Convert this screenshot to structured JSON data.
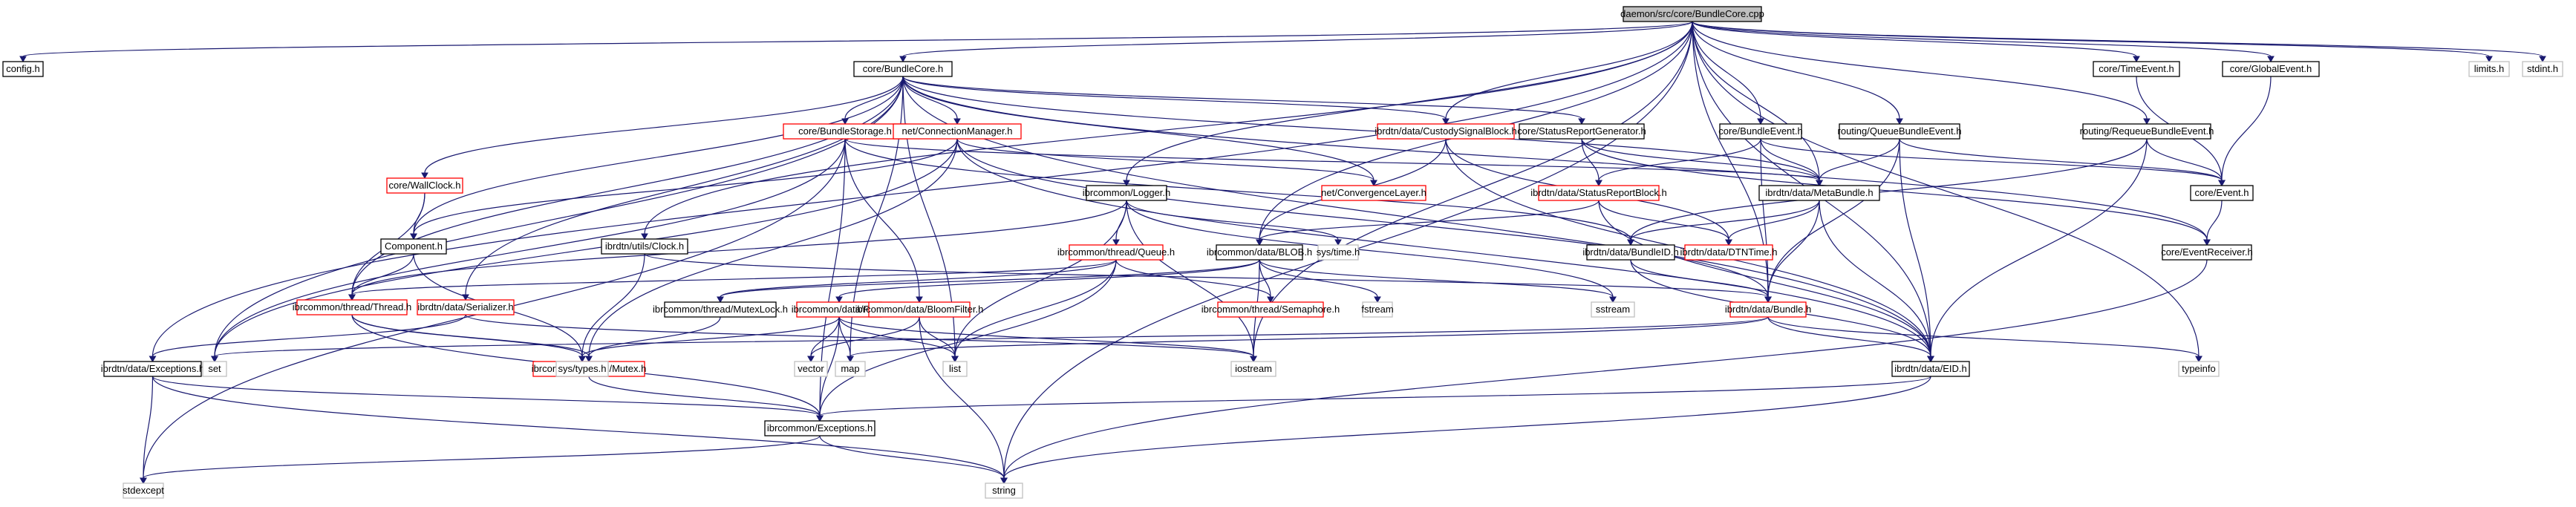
{
  "title": "daemon/src/core/BundleCore.cpp include dependency graph",
  "colors": {
    "edge": "#191970",
    "root_fill": "#bfbfbf",
    "documented_border": "#000000",
    "truncated_border": "#ff0000",
    "system_border": "#bfbfbf"
  },
  "nodes": [
    {
      "id": "root",
      "label": "daemon/src/core/BundleCore.cpp",
      "kind": "root"
    },
    {
      "id": "config",
      "label": "config.h",
      "kind": "documented"
    },
    {
      "id": "bundlecore_h",
      "label": "core/BundleCore.h",
      "kind": "documented"
    },
    {
      "id": "timeevent",
      "label": "core/TimeEvent.h",
      "kind": "documented"
    },
    {
      "id": "globalevent",
      "label": "core/GlobalEvent.h",
      "kind": "documented"
    },
    {
      "id": "limits",
      "label": "limits.h",
      "kind": "system"
    },
    {
      "id": "stdint",
      "label": "stdint.h",
      "kind": "system"
    },
    {
      "id": "bundlestorage",
      "label": "core/BundleStorage.h",
      "kind": "truncated"
    },
    {
      "id": "connmgr",
      "label": "net/ConnectionManager.h",
      "kind": "truncated"
    },
    {
      "id": "custodysig",
      "label": "ibrdtn/data/CustodySignalBlock.h",
      "kind": "truncated"
    },
    {
      "id": "statusreportgen",
      "label": "core/StatusReportGenerator.h",
      "kind": "documented"
    },
    {
      "id": "bundleevent",
      "label": "core/BundleEvent.h",
      "kind": "documented"
    },
    {
      "id": "queuebundleevent",
      "label": "routing/QueueBundleEvent.h",
      "kind": "documented"
    },
    {
      "id": "requeuebundleevent",
      "label": "routing/RequeueBundleEvent.h",
      "kind": "documented"
    },
    {
      "id": "wallclock",
      "label": "core/WallClock.h",
      "kind": "truncated"
    },
    {
      "id": "logger",
      "label": "ibrcommon/Logger.h",
      "kind": "documented"
    },
    {
      "id": "convlayer",
      "label": "net/ConvergenceLayer.h",
      "kind": "truncated"
    },
    {
      "id": "statusreportblock",
      "label": "ibrdtn/data/StatusReportBlock.h",
      "kind": "truncated"
    },
    {
      "id": "metabundle",
      "label": "ibrdtn/data/MetaBundle.h",
      "kind": "documented"
    },
    {
      "id": "event",
      "label": "core/Event.h",
      "kind": "documented"
    },
    {
      "id": "component",
      "label": "Component.h",
      "kind": "documented"
    },
    {
      "id": "clock",
      "label": "ibrdtn/utils/Clock.h",
      "kind": "documented"
    },
    {
      "id": "queue",
      "label": "ibrcommon/thread/Queue.h",
      "kind": "truncated"
    },
    {
      "id": "blob",
      "label": "ibrcommon/data/BLOB.h",
      "kind": "documented"
    },
    {
      "id": "systime",
      "label": "sys/time.h",
      "kind": "system"
    },
    {
      "id": "bundleid",
      "label": "ibrdtn/data/BundleID.h",
      "kind": "documented"
    },
    {
      "id": "dtntime",
      "label": "ibrdtn/data/DTNTime.h",
      "kind": "truncated"
    },
    {
      "id": "eventreceiver",
      "label": "core/EventReceiver.h",
      "kind": "documented"
    },
    {
      "id": "thread",
      "label": "ibrcommon/thread/Thread.h",
      "kind": "truncated"
    },
    {
      "id": "serializer",
      "label": "ibrdtn/data/Serializer.h",
      "kind": "truncated"
    },
    {
      "id": "mutexlock",
      "label": "ibrcommon/thread/MutexLock.h",
      "kind": "documented"
    },
    {
      "id": "file",
      "label": "ibrcommon/data/File.h",
      "kind": "truncated"
    },
    {
      "id": "bloomfilter",
      "label": "ibrcommon/data/BloomFilter.h",
      "kind": "truncated"
    },
    {
      "id": "semaphore",
      "label": "ibrcommon/thread/Semaphore.h",
      "kind": "truncated"
    },
    {
      "id": "fstream",
      "label": "fstream",
      "kind": "system"
    },
    {
      "id": "sstream",
      "label": "sstream",
      "kind": "system"
    },
    {
      "id": "bundle",
      "label": "ibrdtn/data/Bundle.h",
      "kind": "truncated"
    },
    {
      "id": "exceptions_dtn",
      "label": "ibrdtn/data/Exceptions.h",
      "kind": "documented"
    },
    {
      "id": "set",
      "label": "set",
      "kind": "system"
    },
    {
      "id": "mutex",
      "label": "ibrcommon/thread/Mutex.h",
      "kind": "truncated"
    },
    {
      "id": "systypes",
      "label": "sys/types.h",
      "kind": "system"
    },
    {
      "id": "vector",
      "label": "vector",
      "kind": "system"
    },
    {
      "id": "map",
      "label": "map",
      "kind": "system"
    },
    {
      "id": "list",
      "label": "list",
      "kind": "system"
    },
    {
      "id": "iostream",
      "label": "iostream",
      "kind": "system"
    },
    {
      "id": "eid",
      "label": "ibrdtn/data/EID.h",
      "kind": "documented"
    },
    {
      "id": "typeinfo",
      "label": "typeinfo",
      "kind": "system"
    },
    {
      "id": "exceptions_common",
      "label": "ibrcommon/Exceptions.h",
      "kind": "documented"
    },
    {
      "id": "stdexcept",
      "label": "stdexcept",
      "kind": "system"
    },
    {
      "id": "string",
      "label": "string",
      "kind": "system"
    }
  ],
  "edges": [
    [
      "root",
      "config"
    ],
    [
      "root",
      "bundlecore_h"
    ],
    [
      "root",
      "timeevent"
    ],
    [
      "root",
      "globalevent"
    ],
    [
      "root",
      "limits"
    ],
    [
      "root",
      "stdint"
    ],
    [
      "root",
      "bundleevent"
    ],
    [
      "root",
      "queuebundleevent"
    ],
    [
      "root",
      "requeuebundleevent"
    ],
    [
      "root",
      "logger"
    ],
    [
      "root",
      "metabundle"
    ],
    [
      "root",
      "exceptions_dtn"
    ],
    [
      "root",
      "clock"
    ],
    [
      "root",
      "eid"
    ],
    [
      "root",
      "typeinfo"
    ],
    [
      "root",
      "iostream"
    ],
    [
      "root",
      "blob"
    ],
    [
      "root",
      "string"
    ],
    [
      "root",
      "custodysig"
    ],
    [
      "root",
      "bundle"
    ],
    [
      "bundlecore_h",
      "bundlestorage"
    ],
    [
      "bundlecore_h",
      "connmgr"
    ],
    [
      "bundlecore_h",
      "custodysig"
    ],
    [
      "bundlecore_h",
      "statusreportgen"
    ],
    [
      "bundlecore_h",
      "wallclock"
    ],
    [
      "bundlecore_h",
      "convlayer"
    ],
    [
      "bundlecore_h",
      "component"
    ],
    [
      "bundlecore_h",
      "serializer"
    ],
    [
      "bundlecore_h",
      "set"
    ],
    [
      "bundlecore_h",
      "eventreceiver"
    ],
    [
      "bundlecore_h",
      "eid"
    ],
    [
      "bundlecore_h",
      "metabundle"
    ],
    [
      "bundlecore_h",
      "list"
    ],
    [
      "bundlecore_h",
      "map"
    ],
    [
      "bundlecore_h",
      "thread"
    ],
    [
      "bundlestorage",
      "bundleid"
    ],
    [
      "bundlestorage",
      "metabundle"
    ],
    [
      "bundlestorage",
      "set"
    ],
    [
      "bundlestorage",
      "bloomfilter"
    ],
    [
      "bundlestorage",
      "exceptions_common"
    ],
    [
      "bundlestorage",
      "stdexcept"
    ],
    [
      "connmgr",
      "convlayer"
    ],
    [
      "connmgr",
      "component"
    ],
    [
      "connmgr",
      "set"
    ],
    [
      "connmgr",
      "eid"
    ],
    [
      "connmgr",
      "bundle"
    ],
    [
      "connmgr",
      "mutex"
    ],
    [
      "custodysig",
      "blob"
    ],
    [
      "custodysig",
      "dtntime"
    ],
    [
      "custodysig",
      "eid"
    ],
    [
      "statusreportgen",
      "statusreportblock"
    ],
    [
      "statusreportgen",
      "metabundle"
    ],
    [
      "statusreportgen",
      "eventreceiver"
    ],
    [
      "bundleevent",
      "metabundle"
    ],
    [
      "bundleevent",
      "bundle"
    ],
    [
      "bundleevent",
      "event"
    ],
    [
      "bundleevent",
      "statusreportblock"
    ],
    [
      "queuebundleevent",
      "metabundle"
    ],
    [
      "queuebundleevent",
      "event"
    ],
    [
      "queuebundleevent",
      "bundle"
    ],
    [
      "queuebundleevent",
      "eid"
    ],
    [
      "requeuebundleevent",
      "event"
    ],
    [
      "requeuebundleevent",
      "bundleid"
    ],
    [
      "requeuebundleevent",
      "eid"
    ],
    [
      "timeevent",
      "event"
    ],
    [
      "globalevent",
      "event"
    ],
    [
      "wallclock",
      "component"
    ],
    [
      "wallclock",
      "thread"
    ],
    [
      "logger",
      "queue"
    ],
    [
      "logger",
      "thread"
    ],
    [
      "logger",
      "sstream"
    ],
    [
      "logger",
      "systime"
    ],
    [
      "logger",
      "list"
    ],
    [
      "logger",
      "iostream"
    ],
    [
      "statusreportblock",
      "blob"
    ],
    [
      "statusreportblock",
      "dtntime"
    ],
    [
      "statusreportblock",
      "eid"
    ],
    [
      "metabundle",
      "bundleid"
    ],
    [
      "metabundle",
      "dtntime"
    ],
    [
      "metabundle",
      "bundle"
    ],
    [
      "metabundle",
      "eid"
    ],
    [
      "event",
      "eventreceiver"
    ],
    [
      "eventreceiver",
      "string"
    ],
    [
      "component",
      "thread"
    ],
    [
      "component",
      "systypes"
    ],
    [
      "clock",
      "systypes"
    ],
    [
      "clock",
      "bundle"
    ],
    [
      "queue",
      "mutexlock"
    ],
    [
      "queue",
      "semaphore"
    ],
    [
      "queue",
      "thread"
    ],
    [
      "queue",
      "exceptions_common"
    ],
    [
      "queue",
      "list"
    ],
    [
      "blob",
      "mutexlock"
    ],
    [
      "blob",
      "file"
    ],
    [
      "blob",
      "semaphore"
    ],
    [
      "blob",
      "fstream"
    ],
    [
      "blob",
      "sstream"
    ],
    [
      "blob",
      "iostream"
    ],
    [
      "bundleid",
      "bundle"
    ],
    [
      "bundleid",
      "eid"
    ],
    [
      "thread",
      "mutex"
    ],
    [
      "thread",
      "systypes"
    ],
    [
      "thread",
      "exceptions_common"
    ],
    [
      "serializer",
      "exceptions_dtn"
    ],
    [
      "serializer",
      "iostream"
    ],
    [
      "mutexlock",
      "mutex"
    ],
    [
      "file",
      "vector"
    ],
    [
      "file",
      "map"
    ],
    [
      "file",
      "list"
    ],
    [
      "file",
      "iostream"
    ],
    [
      "file",
      "systypes"
    ],
    [
      "file",
      "exceptions_common"
    ],
    [
      "bloomfilter",
      "list"
    ],
    [
      "bloomfilter",
      "string"
    ],
    [
      "bloomfilter",
      "vector"
    ],
    [
      "bundle",
      "eid"
    ],
    [
      "bundle",
      "typeinfo"
    ],
    [
      "bundle",
      "set"
    ],
    [
      "bundle",
      "map"
    ],
    [
      "exceptions_dtn",
      "exceptions_common"
    ],
    [
      "exceptions_dtn",
      "stdexcept"
    ],
    [
      "exceptions_dtn",
      "string"
    ],
    [
      "mutex",
      "exceptions_common"
    ],
    [
      "eid",
      "exceptions_common"
    ],
    [
      "eid",
      "string"
    ],
    [
      "exceptions_common",
      "stdexcept"
    ],
    [
      "exceptions_common",
      "string"
    ]
  ]
}
